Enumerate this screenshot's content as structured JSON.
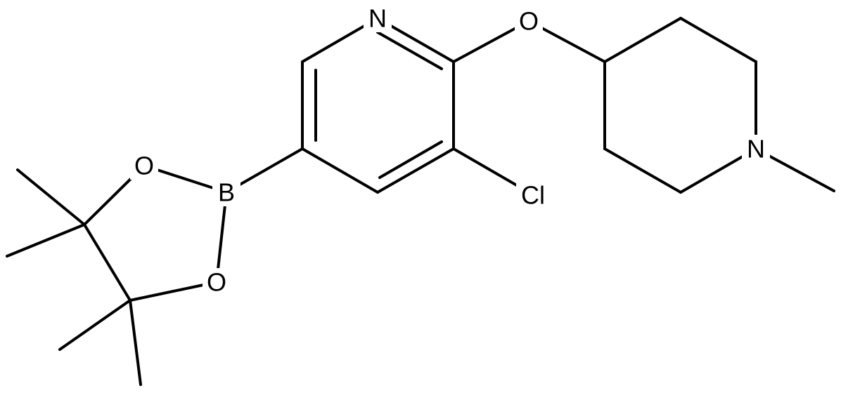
{
  "diagram": {
    "type": "chemical-structure",
    "atoms": {
      "n_pyridine": "N",
      "o_ether": "O",
      "cl": "Cl",
      "b": "B",
      "o_boronate_top": "O",
      "o_boronate_bottom": "O",
      "n_piperidine": "N"
    }
  }
}
